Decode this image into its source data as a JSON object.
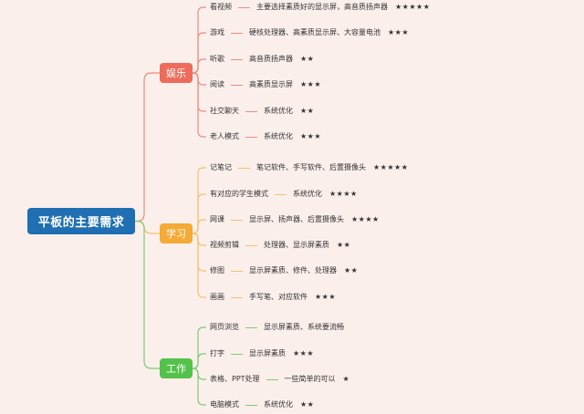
{
  "root": {
    "label": "平板的主要需求"
  },
  "colors": {
    "root": "#1f6fb2",
    "branches": [
      "#ef6b5b",
      "#f5aa35",
      "#54c24a"
    ],
    "lines": [
      "#ee8a7d",
      "#f6c06a",
      "#79cc70"
    ]
  },
  "branches": [
    {
      "label": "娱乐",
      "items": [
        {
          "label": "看视频",
          "detail": "主要选择素质好的显示屏，高音质扬声器",
          "stars": "★★★★★"
        },
        {
          "label": "游戏",
          "detail": "硬核处理器、高素质显示屏、大容量电池",
          "stars": "★★★"
        },
        {
          "label": "听歌",
          "detail": "高音质扬声器",
          "stars": "★★"
        },
        {
          "label": "阅读",
          "detail": "高素质显示屏",
          "stars": "★★★"
        },
        {
          "label": "社交聊天",
          "detail": "系统优化",
          "stars": "★★"
        },
        {
          "label": "老人模式",
          "detail": "系统优化",
          "stars": "★★★"
        }
      ]
    },
    {
      "label": "学习",
      "items": [
        {
          "label": "记笔记",
          "detail": "笔记软件、手写软件、后置摄像头",
          "stars": "★★★★★"
        },
        {
          "label": "有对应的学生模式",
          "detail": "系统优化",
          "stars": "★★★★"
        },
        {
          "label": "网课",
          "detail": "显示屏、扬声器、后置摄像头",
          "stars": "★★★★"
        },
        {
          "label": "视频剪辑",
          "detail": "处理器、显示屏素质",
          "stars": "★★"
        },
        {
          "label": "修图",
          "detail": "显示屏素质、修件、处理器",
          "stars": "★★"
        },
        {
          "label": "画画",
          "detail": "手写笔、对应软件",
          "stars": "★★★"
        }
      ]
    },
    {
      "label": "工作",
      "items": [
        {
          "label": "网页浏览",
          "detail": "显示屏素质、系统要流畅",
          "stars": ""
        },
        {
          "label": "打字",
          "detail": "显示屏素质",
          "stars": "★★★"
        },
        {
          "label": "表格、PPT处理",
          "detail": "一些简单的可以",
          "stars": "★"
        },
        {
          "label": "电脑模式",
          "detail": "系统优化",
          "stars": "★★"
        }
      ]
    }
  ]
}
